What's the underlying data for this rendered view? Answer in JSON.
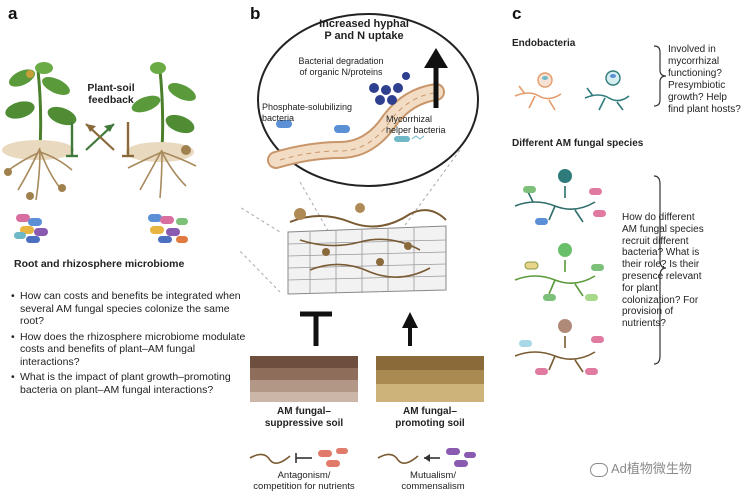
{
  "panels": {
    "a": {
      "letter": "a",
      "feedback_label": "Plant-soil\nfeedback",
      "microbiome_label": "Root and rhizosphere microbiome",
      "questions": [
        "How can costs and benefits be integrated when several AM fungal species colonize the same root?",
        "How does the rhizosphere microbiome modulate costs and benefits of plant–AM fungal interactions?",
        "What is the impact of plant growth–promoting bacteria on plant–AM fungal interactions?"
      ]
    },
    "b": {
      "letter": "b",
      "hyphal_title": "Increased hyphal\nP and N uptake",
      "degradation_label": "Bacterial degradation\nof organic N/proteins",
      "phosphate_label": "Phosphate-solubilizing\nbacteria",
      "helper_label": "Mycorrhizal\nhelper bacteria",
      "suppressive_label": "AM fungal–\nsuppressive soil",
      "promoting_label": "AM fungal–\npromoting soil",
      "antagonism_label": "Antagonism/\ncompetition for nutrients",
      "mutualism_label": "Mutualism/\ncommensalism"
    },
    "c": {
      "letter": "c",
      "endobacteria_title": "Endobacteria",
      "endobacteria_question": "Involved in\nmycorrhizal\nfunctioning?\nPresymbiotic\ngrowth? Help\nfind plant hosts?",
      "species_title": "Different AM fungal species",
      "species_question": "How do different\nAM fungal species\nrecruit different\nbacteria? What is\ntheir role? Is their\npresence relevant\nfor plant\ncolonization? For\nprovision of\nnutrients?"
    }
  },
  "watermark": "Ad植物微生物",
  "colors": {
    "leaf": "#5a9a3a",
    "root": "#a88a5c",
    "hypha": "#7a5a32",
    "arrow_green": "#3f7a3a",
    "arrow_brown": "#8a6a3a",
    "cell": "#f3dcc4",
    "cell_stroke": "#c8966a"
  }
}
